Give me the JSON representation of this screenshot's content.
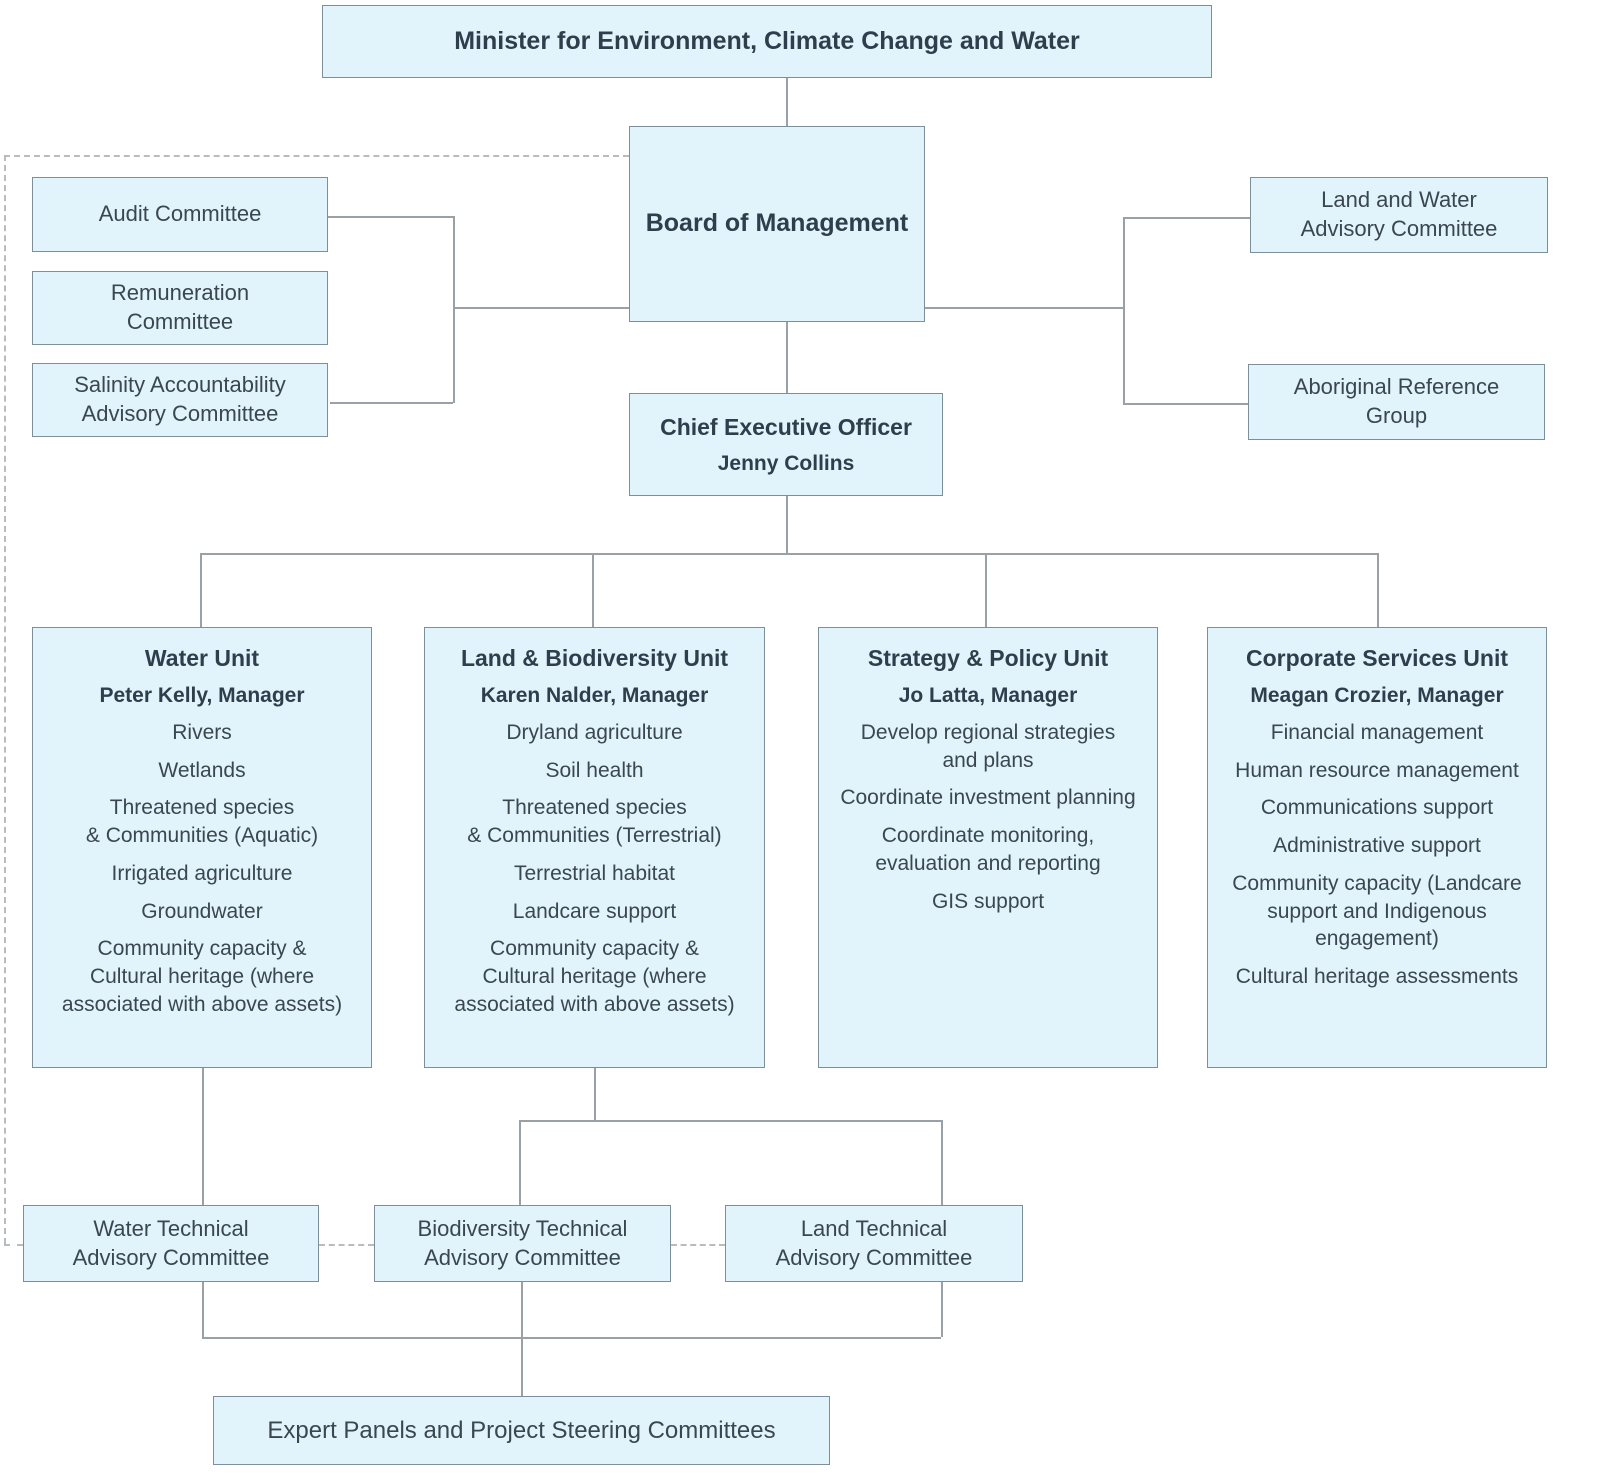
{
  "nodes": {
    "minister": {
      "label": "Minister for Environment, Climate Change and Water"
    },
    "board": {
      "label": "Board of Management"
    },
    "ceo": {
      "title": "Chief Executive Officer",
      "name": "Jenny Collins"
    },
    "audit": {
      "label": "Audit Committee"
    },
    "remuneration": {
      "label": "Remuneration\nCommittee"
    },
    "salinity": {
      "label": "Salinity Accountability\nAdvisory Committee"
    },
    "land_water": {
      "label": "Land and Water\nAdvisory Committee"
    },
    "aboriginal": {
      "label": "Aboriginal Reference\nGroup"
    },
    "water_tac": {
      "label": "Water Technical\nAdvisory Committee"
    },
    "biodiversity_tac": {
      "label": "Biodiversity Technical\nAdvisory Committee"
    },
    "land_tac": {
      "label": "Land Technical\nAdvisory Committee"
    },
    "expert": {
      "label": "Expert Panels and Project Steering Committees"
    }
  },
  "units": [
    {
      "title": "Water Unit",
      "manager": "Peter Kelly, Manager",
      "items": [
        "Rivers",
        "Wetlands",
        "Threatened species\n& Communities (Aquatic)",
        "Irrigated agriculture",
        "Groundwater",
        "Community capacity &\nCultural heritage (where\nassociated with above assets)"
      ]
    },
    {
      "title": "Land & Biodiversity Unit",
      "manager": "Karen Nalder, Manager",
      "items": [
        "Dryland agriculture",
        "Soil health",
        "Threatened species\n& Communities (Terrestrial)",
        "Terrestrial habitat",
        "Landcare support",
        "Community capacity &\nCultural heritage (where\nassociated with above assets)"
      ]
    },
    {
      "title": "Strategy & Policy Unit",
      "manager": "Jo Latta, Manager",
      "items": [
        "Develop regional strategies\nand plans",
        "Coordinate investment planning",
        "Coordinate monitoring,\nevaluation and reporting",
        "GIS support"
      ]
    },
    {
      "title": "Corporate Services Unit",
      "manager": "Meagan Crozier, Manager",
      "items": [
        "Financial management",
        "Human resource management",
        "Communications support",
        "Administrative support",
        "Community capacity (Landcare\nsupport and Indigenous\nengagement)",
        "Cultural heritage assessments"
      ]
    }
  ],
  "colors": {
    "box_fill": "#e1f4fb",
    "box_border": "#7d8f9b",
    "text": "#3a4750",
    "line": "#9aa1a6"
  }
}
